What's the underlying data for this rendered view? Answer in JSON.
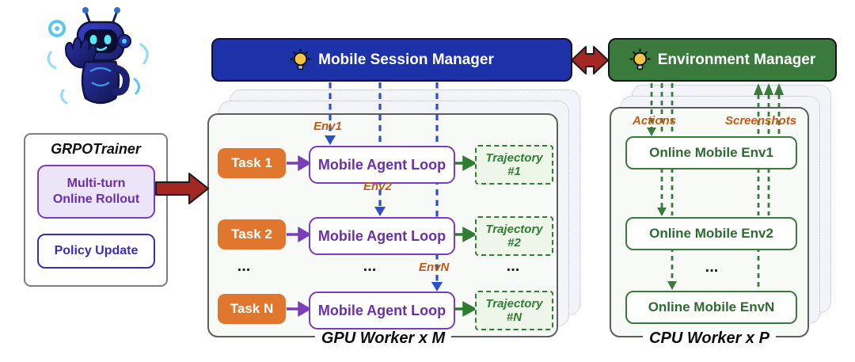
{
  "trainer": {
    "title": "GRPOTrainer",
    "rollout": [
      "Multi-turn",
      "Online Rollout"
    ],
    "policy": "Policy Update"
  },
  "managers": {
    "session": {
      "label": "Mobile Session Manager",
      "icon": "lightbulb-icon"
    },
    "environment": {
      "label": "Environment Manager",
      "icon": "lightbulb-icon"
    }
  },
  "gpu_worker": {
    "footer": "GPU Worker x M",
    "ellipsis": "...",
    "rows": [
      {
        "task": "Task 1",
        "loop": "Mobile Agent Loop",
        "env": "Env1",
        "trajectory": [
          "Trajectory",
          "#1"
        ]
      },
      {
        "task": "Task 2",
        "loop": "Mobile Agent Loop",
        "env": "Env2",
        "trajectory": [
          "Trajectory",
          "#2"
        ]
      },
      {
        "task": "Task N",
        "loop": "Mobile Agent Loop",
        "env": "EnvN",
        "trajectory": [
          "Trajectory",
          "#N"
        ]
      }
    ]
  },
  "cpu_worker": {
    "footer": "CPU Worker x P",
    "ellipsis": "...",
    "actions_label": "Actions",
    "screenshots_label": "Screenshots",
    "envs": [
      "Online Mobile Env1",
      "Online Mobile Env2",
      "Online Mobile EnvN"
    ]
  },
  "colors": {
    "session_bar_blue": "#1d31a8",
    "environment_bar_green": "#3a7a3d",
    "task_orange": "#e1772e",
    "loop_purple": "#7b3cbd",
    "policy_indigo": "#3b2db5",
    "arrow_red": "#a32723",
    "trajectory_green": "#2e7d32",
    "flow_label_orange": "#c25a17",
    "dispatch_blue": "#2e4fc5"
  }
}
